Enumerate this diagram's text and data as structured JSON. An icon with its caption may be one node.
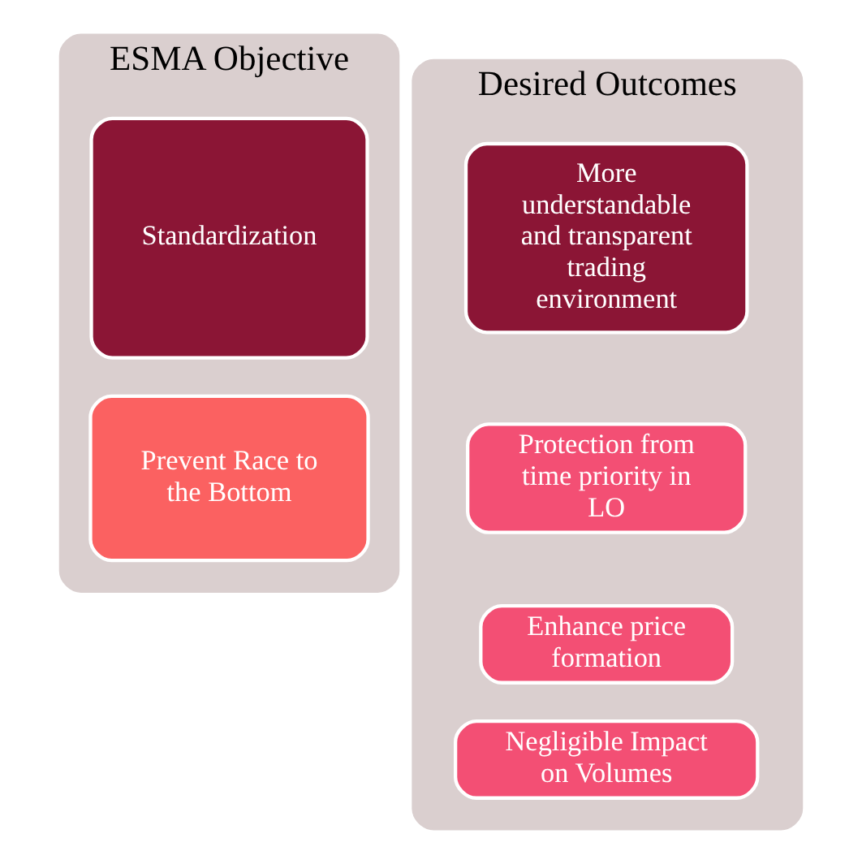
{
  "diagram": {
    "nodes": [
      {
        "text": [
          "ESMA Objective"
        ]
      },
      {
        "text": [
          "Standardization"
        ],
        "in": 0
      },
      {
        "text": [
          "Prevent Race to the Bottom"
        ],
        "in": 0
      },
      {
        "text": [
          "Desired Outcomes"
        ]
      },
      {
        "text": [
          "More understandable and transparent trading environment"
        ],
        "in": 3
      },
      {
        "text": [
          "Protection from time priority in LO"
        ],
        "in": 3
      },
      {
        "text": [
          "Enhance price formation"
        ],
        "in": 3
      },
      {
        "text": [
          "Negligible Impact on Volumes"
        ],
        "in": 3
      }
    ],
    "edges": []
  }
}
